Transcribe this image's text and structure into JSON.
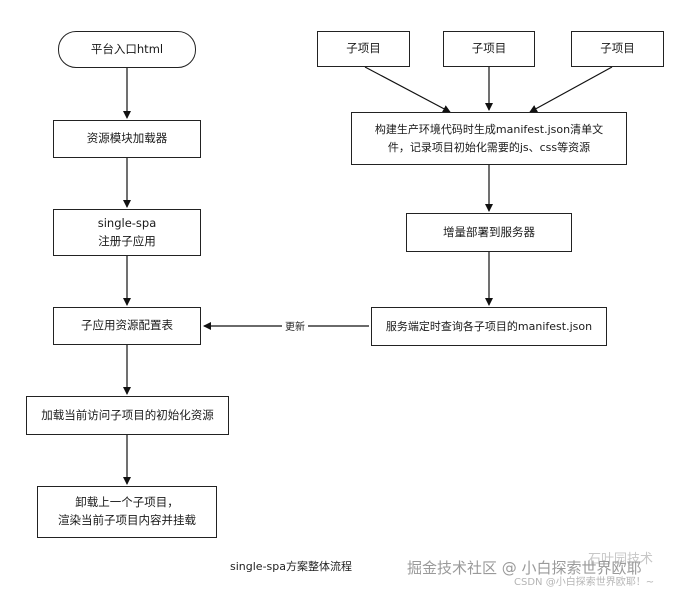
{
  "diagram": {
    "entry": "平台入口html",
    "loader": "资源模块加载器",
    "register": {
      "line1": "single-spa",
      "line2": "注册子应用"
    },
    "config_table": "子应用资源配置表",
    "load_current": "加载当前访问子项目的初始化资源",
    "unload": {
      "line1": "卸载上一个子项目，",
      "line2": "渲染当前子项目内容并挂载"
    },
    "sub_projects": [
      "子项目",
      "子项目",
      "子项目"
    ],
    "build": {
      "line1": "构建生产环境代码时生成manifest.json清单文",
      "line2": "件，记录项目初始化需要的js、css等资源"
    },
    "deploy": "增量部署到服务器",
    "server_query": "服务端定时查询各子项目的manifest.json",
    "update_label": "更新",
    "caption": "single-spa方案整体流程"
  },
  "watermark": {
    "line1": "掘金技术社区 @ 小白探索世界欧耶",
    "line2": "CSDN @小白探索世界欧耶！~",
    "badge": "石叶园技术"
  }
}
